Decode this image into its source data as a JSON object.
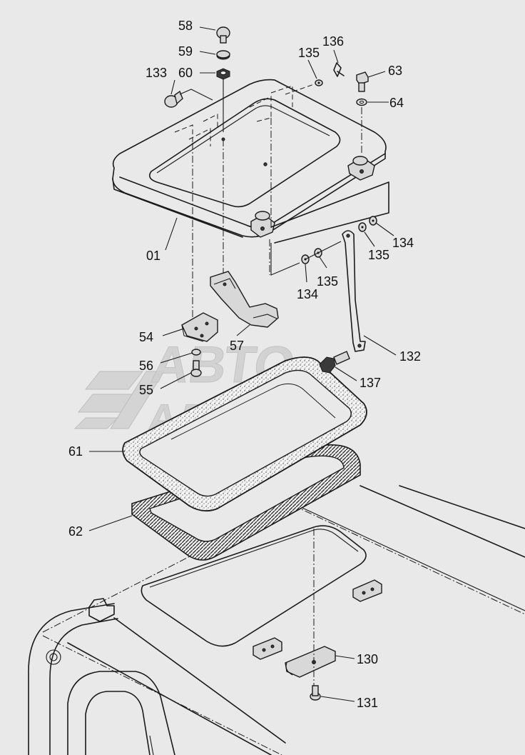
{
  "watermark": {
    "line1": "АВТО",
    "line2": "АЛЬЯНС"
  },
  "callouts": [
    {
      "id": "c58",
      "text": "58"
    },
    {
      "id": "c59",
      "text": "59"
    },
    {
      "id": "c60",
      "text": "60"
    },
    {
      "id": "c133",
      "text": "133"
    },
    {
      "id": "c135a",
      "text": "135"
    },
    {
      "id": "c136",
      "text": "136"
    },
    {
      "id": "c63",
      "text": "63"
    },
    {
      "id": "c64",
      "text": "64"
    },
    {
      "id": "c01",
      "text": "01"
    },
    {
      "id": "c134a",
      "text": "134"
    },
    {
      "id": "c135b",
      "text": "135"
    },
    {
      "id": "c134b",
      "text": "134"
    },
    {
      "id": "c135c",
      "text": "135"
    },
    {
      "id": "c54",
      "text": "54"
    },
    {
      "id": "c57",
      "text": "57"
    },
    {
      "id": "c56",
      "text": "56"
    },
    {
      "id": "c55",
      "text": "55"
    },
    {
      "id": "c132",
      "text": "132"
    },
    {
      "id": "c137",
      "text": "137"
    },
    {
      "id": "c61",
      "text": "61"
    },
    {
      "id": "c62",
      "text": "62"
    },
    {
      "id": "c130",
      "text": "130"
    },
    {
      "id": "c131",
      "text": "131"
    }
  ]
}
